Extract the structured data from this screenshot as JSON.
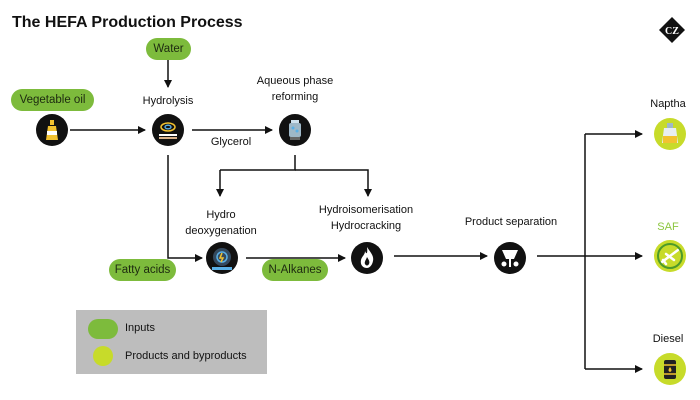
{
  "title": "The HEFA Production Process",
  "logo_text": "CZ",
  "inputs": {
    "water": "Water",
    "vegetable_oil": "Vegetable oil",
    "fatty_acids": "Fatty acids",
    "n_alkanes": "N-Alkanes"
  },
  "steps": {
    "hydrolysis": "Hydrolysis",
    "aqueous_line1": "Aqueous phase",
    "aqueous_line2": "reforming",
    "glycerol": "Glycerol",
    "hydro_line1": "Hydro",
    "hydro_line2": "deoxygenation",
    "hydroiso_line1": "Hydroisomerisation",
    "hydroiso_line2": "Hydrocracking",
    "product_separation": "Product separation"
  },
  "outputs": {
    "naptha": "Naptha",
    "saf": "SAF",
    "diesel": "Diesel"
  },
  "legend": {
    "inputs": "Inputs",
    "products": "Products and byproducts"
  },
  "colors": {
    "input_green": "#7dbb3c",
    "product_yellow": "#c7db2a",
    "saf_label": "#8cc63f",
    "legend_bg": "#bdbdbd"
  }
}
